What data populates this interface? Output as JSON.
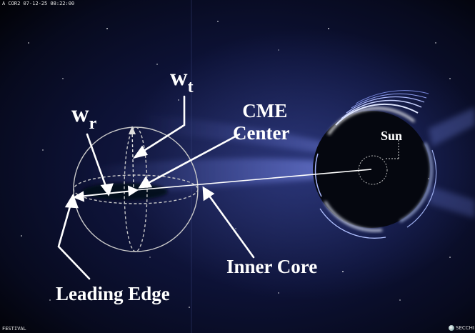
{
  "header": {
    "timestamp": "A COR2 07-12-25 08:22:00"
  },
  "footer": {
    "left": "FESTIVAL",
    "logo": "SECCHI"
  },
  "labels": {
    "wt_main": "w",
    "wt_sub": "t",
    "wr_main": "w",
    "wr_sub": "r",
    "cme_line1": "CME",
    "cme_line2": "Center",
    "sun": "Sun",
    "inner_core": "Inner Core",
    "leading_edge": "Leading Edge"
  },
  "colors": {
    "background": "#0d1236",
    "corona": "#c8d8ff",
    "annotation": "#ffffff",
    "sphere": "#c9c9c9"
  },
  "icons": {
    "logo": "secchi-logo-icon"
  }
}
